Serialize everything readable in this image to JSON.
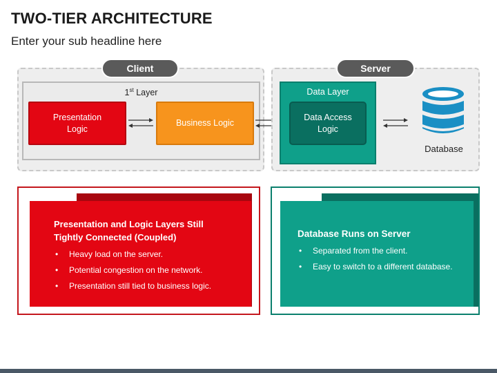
{
  "title": "TWO-TIER ARCHITECTURE",
  "subtitle": "Enter your sub headline here",
  "client": {
    "label": "Client",
    "layer_base": "1",
    "layer_sup": "st",
    "layer_rest": " Layer",
    "presentation_line1": "Presentation",
    "presentation_line2": "Logic",
    "business": "Business Logic"
  },
  "server": {
    "label": "Server",
    "data_layer": "Data Layer",
    "data_access_line1": "Data Access",
    "data_access_line2": "Logic",
    "database": "Database"
  },
  "cards": {
    "left": {
      "heading_line1": "Presentation and Logic Layers Still",
      "heading_line2": "Tightly Connected (Coupled)",
      "bullets": [
        "Heavy load on the server.",
        "Potential congestion on the network.",
        "Presentation still tied to business logic."
      ]
    },
    "right": {
      "heading": "Database Runs on Server",
      "bullets": [
        "Separated from the client.",
        "Easy to switch to a different database."
      ]
    }
  },
  "colors": {
    "red": "#e30613",
    "dark_red": "#a8070f",
    "orange": "#f7941d",
    "teal": "#0fa08a",
    "dark_teal": "#0a6f60",
    "database_blue": "#1a8fc4",
    "pill_gray": "#5a5a5a"
  },
  "icons": {
    "database": "database-icon",
    "arrows": "double-arrow-icon"
  }
}
